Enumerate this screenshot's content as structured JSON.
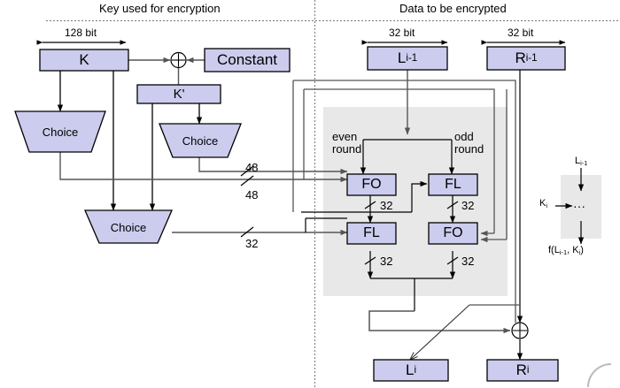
{
  "diagram": {
    "title_left": "Key used for encryption",
    "title_right": "Data to be encrypted",
    "colors": {
      "box_fill": "#ccccee",
      "box_stroke": "#000000",
      "panel_fill": "#e8e8e8",
      "wire": "#555555",
      "wire_dark": "#000000",
      "divider": "#666666"
    }
  },
  "key_side": {
    "width_label": "128 bit",
    "k_box": "K",
    "constant_box": "Constant",
    "kprime_box": "K'",
    "xor_symbol": "⊕",
    "choice_1": "Choice",
    "choice_2": "Choice",
    "choice_3": "Choice",
    "bus_48_a": "48",
    "bus_48_b": "48",
    "bus_32": "32"
  },
  "data_side": {
    "width_label_left": "32 bit",
    "width_label_right": "32 bit",
    "l_in": "L",
    "l_in_sub": "i-1",
    "r_in": "R",
    "r_in_sub": "i-1",
    "even_round_line1": "even",
    "even_round_line2": "round",
    "odd_round_line1": "odd",
    "odd_round_line2": "round",
    "fo_even": "FO",
    "fl_odd": "FL",
    "fl_even": "FL",
    "fo_odd": "FO",
    "tick_fo_even": "32",
    "tick_fl_odd": "32",
    "tick_fl_even": "32",
    "tick_fo_odd": "32",
    "xor_symbol": "⊕",
    "l_out": "L",
    "l_out_sub": "i",
    "r_out": "R",
    "r_out_sub": "i"
  },
  "legend": {
    "input": "L",
    "input_sub": "i-1",
    "key_in": "K",
    "key_in_sub": "i",
    "body": "···",
    "output_prefix": "f(L",
    "output_sub1": "i-1",
    "output_mid": ", K",
    "output_sub2": "i",
    "output_suffix": ")"
  }
}
